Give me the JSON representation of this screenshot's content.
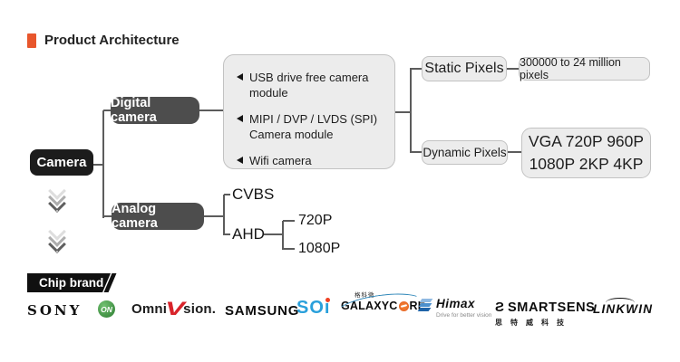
{
  "title": {
    "text": "Product Architecture",
    "accent_color": "#e8562c"
  },
  "diagram": {
    "root": {
      "label": "Camera"
    },
    "digital": {
      "label": "Digital camera",
      "modules": [
        {
          "line1": "USB drive free camera module"
        },
        {
          "line1": "MIPI / DVP / LVDS (SPI)",
          "line2": "Camera module"
        },
        {
          "line1": "Wifi camera"
        }
      ],
      "static": {
        "label": "Static Pixels",
        "value": "300000 to 24 million pixels"
      },
      "dynamic": {
        "label": "Dynamic Pixels",
        "line1": "VGA 720P 960P",
        "line2": "1080P 2KP 4KP"
      }
    },
    "analog": {
      "label": "Analog camera",
      "cvbs": "CVBS",
      "ahd": "AHD",
      "ahd_children": [
        "720P",
        "1080P"
      ]
    }
  },
  "chip_section": {
    "label": "Chip brand",
    "brands": {
      "sony": "SONY",
      "on": "ON",
      "omnivision": {
        "pre": "Omni",
        "v": "V",
        "post": "sion."
      },
      "samsung": "SAMSUNG",
      "soi": {
        "pre": "SO",
        "i": "ı"
      },
      "galaxycore": {
        "cn": "格科微",
        "pre": "GALAXYC",
        "post": "RE"
      },
      "himax": {
        "name": "Himax",
        "tagline": "Drive for better vision"
      },
      "smartsens": {
        "mark": "Ƨ",
        "name": "SMARTSENS",
        "cn": "思特威科技"
      },
      "linkwin": "LINKWIN"
    }
  },
  "colors": {
    "dark_box": "#4d4d4d",
    "black_box": "#1c1c1c",
    "light_box": "#ececec",
    "line": "#5c5c5c"
  }
}
